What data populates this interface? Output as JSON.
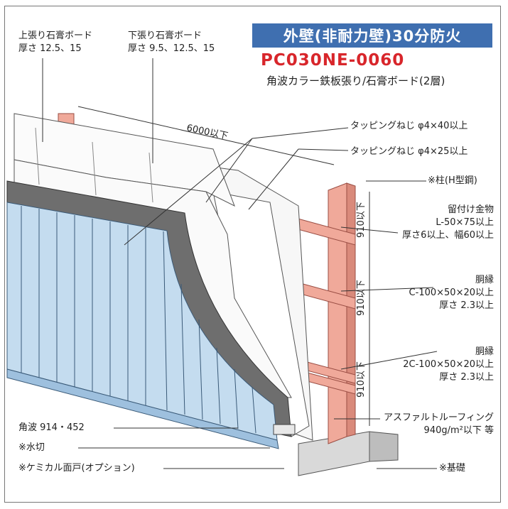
{
  "title": "外壁(非耐力壁)30分防火",
  "code": "PC030NE-0060",
  "subtitle": "角波カラー鉄板張り/石膏ボード(2層)",
  "labels": {
    "upper_board": {
      "name": "上張り石膏ボード",
      "thickness": "厚さ 12.5、15"
    },
    "lower_board": {
      "name": "下張り石膏ボード",
      "thickness": "厚さ 9.5、12.5、15"
    },
    "width": "6000以下",
    "screw1": "タッピングねじ φ4×40以上",
    "screw2": "タッピングねじ φ4×25以上",
    "column": "※柱(H型鋼)",
    "fitting": {
      "name": "留付け金物",
      "spec": "L-50×75以上",
      "thickness": "厚さ6以上、幅60以上"
    },
    "girt1": {
      "name": "胴縁",
      "spec": "C-100×50×20以上",
      "thickness": "厚さ 2.3以上"
    },
    "girt2": {
      "name": "胴縁",
      "spec": "2C-100×50×20以上",
      "thickness": "厚さ 2.3以上"
    },
    "pitch": "910以下",
    "asphalt": {
      "name": "アスファルトルーフィング",
      "spec": "940g/m²以下 等"
    },
    "corrugated": "角波 914・452",
    "flashing": "※水切",
    "chemical": "※ケミカル面戸(オプション)",
    "foundation": "※基礎"
  },
  "colors": {
    "title_bg": "#3f6fb0",
    "code": "#d8262b",
    "steel": "#f0a99a",
    "panel": "#c4dcef",
    "roofing": "#6e6e6e"
  }
}
